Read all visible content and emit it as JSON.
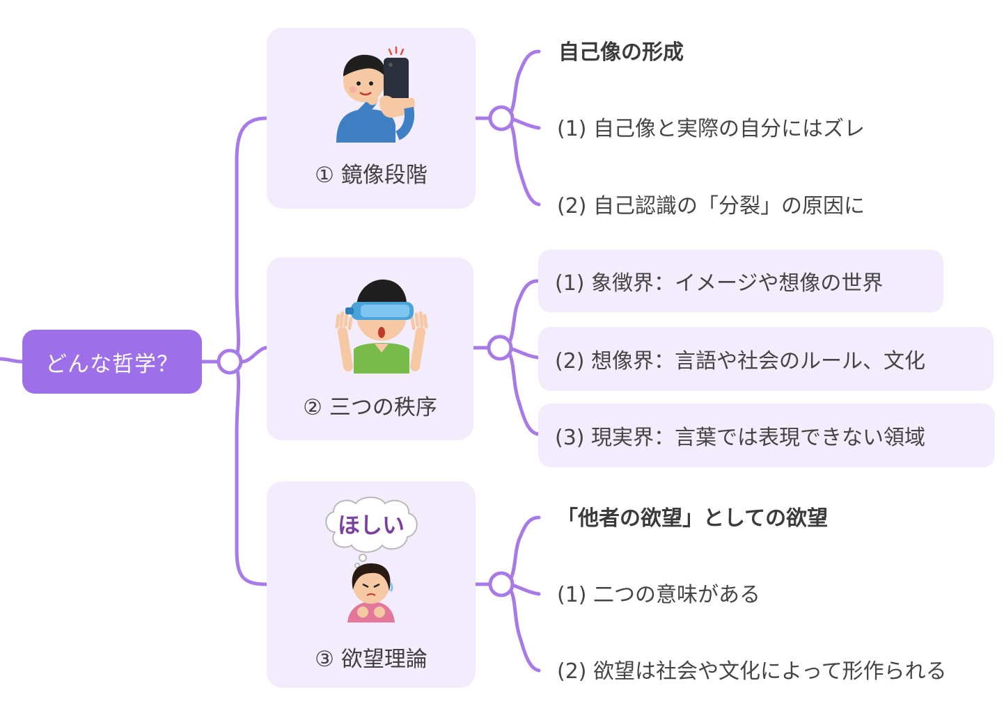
{
  "root": {
    "label": "どんな哲学？"
  },
  "branches": [
    {
      "label": "① 鏡像段階",
      "illustration": "man-taking-selfie-illustration",
      "children": [
        {
          "text": "自己像の形成",
          "bold": true
        },
        {
          "text": "(1) 自己像と実際の自分にはズレ"
        },
        {
          "text": "(2) 自己認識の「分裂」の原因に"
        }
      ]
    },
    {
      "label": "② 三つの秩序",
      "illustration": "boy-vr-headset-illustration",
      "children": [
        {
          "text": "(1) 象徴界：イメージや想像の世界"
        },
        {
          "text": "(2) 想像界：言語や社会のルール、文化"
        },
        {
          "text": "(3) 現実界：言葉では表現できない領域"
        }
      ]
    },
    {
      "label": "③ 欲望理論",
      "illustration": "girl-wanting-thought-bubble-illustration",
      "bubble_text": "ほしい",
      "children": [
        {
          "text": "「他者の欲望」としての欲望",
          "bold": true
        },
        {
          "text": "(1) 二つの意味がある"
        },
        {
          "text": "(2) 欲望は社会や文化によって形作られる"
        }
      ]
    }
  ],
  "colors": {
    "accent": "#9d6fe8",
    "card_bg": "#f3ecfd",
    "text": "#444444"
  }
}
